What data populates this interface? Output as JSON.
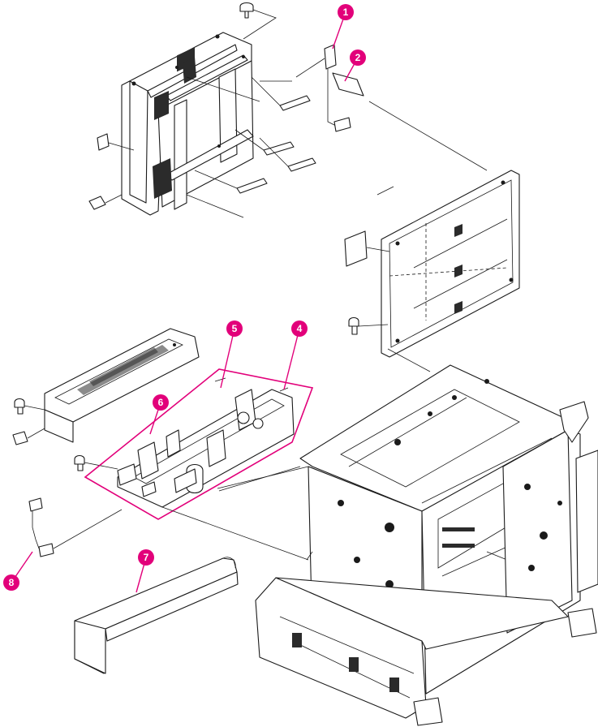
{
  "callout_color": "#e2007a",
  "callouts": [
    {
      "label": "1"
    },
    {
      "label": "2"
    },
    {
      "label": "4"
    },
    {
      "label": "5"
    },
    {
      "label": "6"
    },
    {
      "label": "7"
    },
    {
      "label": "8"
    }
  ]
}
